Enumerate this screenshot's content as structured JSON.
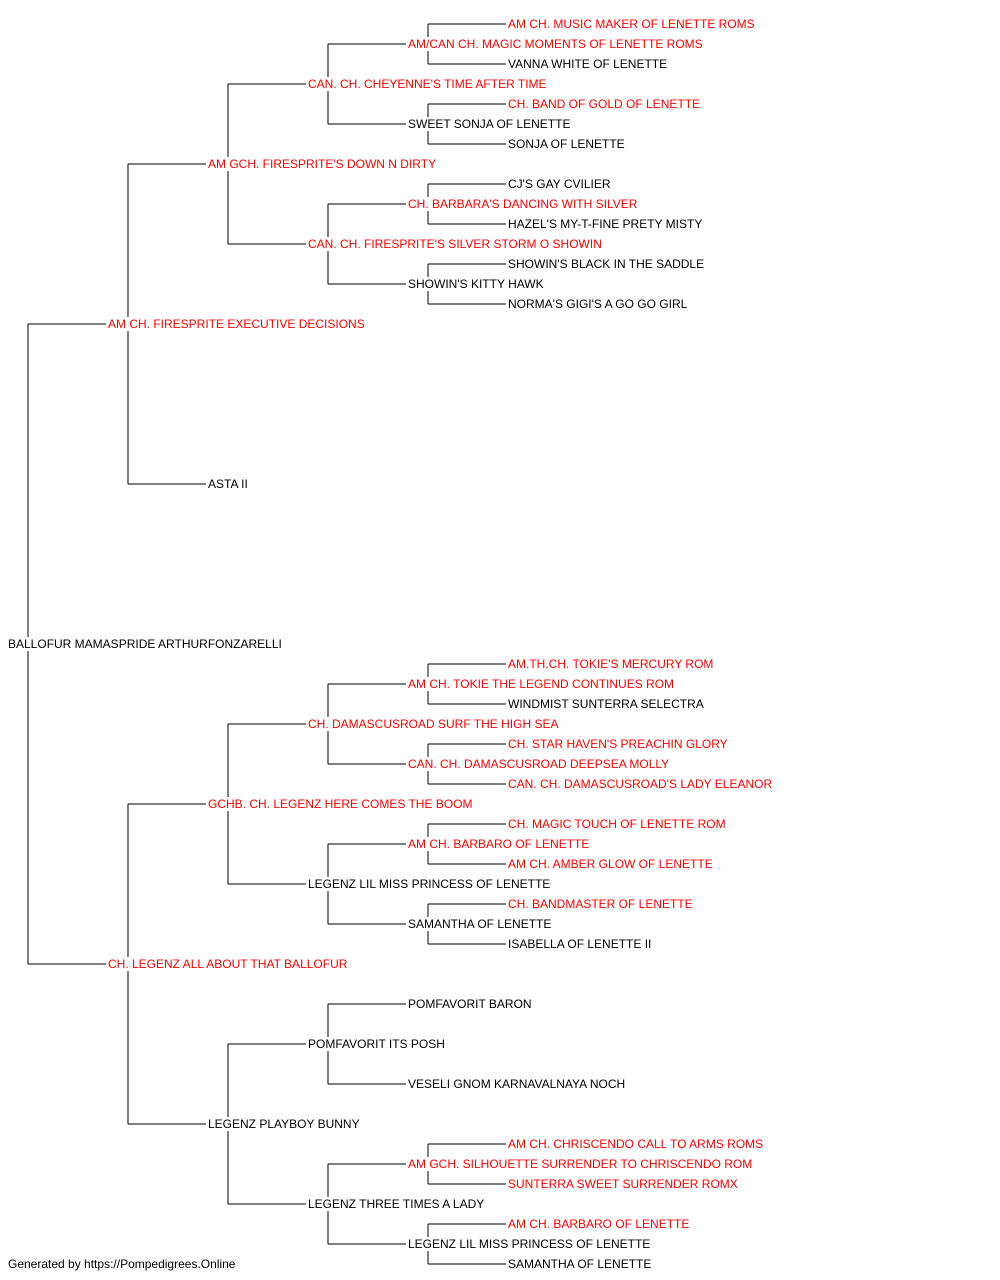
{
  "colors": {
    "titled": "#ff0000",
    "plain": "#000000",
    "line": "#000000"
  },
  "subject": "BALLOFUR MAMASPRIDE ARTHURFONZARELLI",
  "generations": [
    [
      {
        "name": "AM CH. FIRESPRITE EXECUTIVE DECISIONS",
        "titled": true
      },
      {
        "name": "CH. LEGENZ ALL ABOUT THAT BALLOFUR",
        "titled": true
      }
    ],
    [
      {
        "name": "AM GCH. FIRESPRITE'S DOWN N DIRTY",
        "titled": true
      },
      {
        "name": "ASTA II",
        "titled": false
      },
      {
        "name": "GCHB. CH. LEGENZ HERE COMES THE BOOM",
        "titled": true
      },
      {
        "name": "LEGENZ PLAYBOY BUNNY",
        "titled": false
      }
    ],
    [
      {
        "name": "CAN. CH. CHEYENNE'S TIME AFTER TIME",
        "titled": true
      },
      {
        "name": "CAN. CH. FIRESPRITE'S SILVER STORM O SHOWIN",
        "titled": true
      },
      null,
      null,
      {
        "name": "CH. DAMASCUSROAD SURF THE HIGH SEA",
        "titled": true
      },
      {
        "name": "LEGENZ LIL MISS PRINCESS OF LENETTE",
        "titled": false
      },
      {
        "name": "POMFAVORIT ITS POSH",
        "titled": false
      },
      {
        "name": "LEGENZ THREE TIMES A LADY",
        "titled": false
      }
    ],
    [
      {
        "name": "AM/CAN CH. MAGIC MOMENTS OF LENETTE ROMS",
        "titled": true
      },
      {
        "name": "SWEET SONJA OF LENETTE",
        "titled": false
      },
      {
        "name": "CH. BARBARA'S DANCING WITH SILVER",
        "titled": true
      },
      {
        "name": "SHOWIN'S KITTY HAWK",
        "titled": false
      },
      null,
      null,
      null,
      null,
      {
        "name": "AM CH. TOKIE THE LEGEND CONTINUES ROM",
        "titled": true
      },
      {
        "name": "CAN. CH. DAMASCUSROAD DEEPSEA MOLLY",
        "titled": true
      },
      {
        "name": "AM CH. BARBARO OF LENETTE",
        "titled": true
      },
      {
        "name": "SAMANTHA OF LENETTE",
        "titled": false
      },
      {
        "name": "POMFAVORIT BARON",
        "titled": false
      },
      {
        "name": "VESELI GNOM KARNAVALNAYA NOCH",
        "titled": false
      },
      {
        "name": "AM GCH. SILHOUETTE SURRENDER TO CHRISCENDO ROM",
        "titled": true
      },
      {
        "name": "LEGENZ LIL MISS PRINCESS OF LENETTE",
        "titled": false
      }
    ],
    [
      {
        "name": "AM CH. MUSIC MAKER OF LENETTE ROMS",
        "titled": true
      },
      {
        "name": "VANNA WHITE OF LENETTE",
        "titled": false
      },
      {
        "name": "CH. BAND OF GOLD OF LENETTE",
        "titled": true
      },
      {
        "name": "SONJA OF LENETTE",
        "titled": false
      },
      {
        "name": "CJ'S GAY CVILIER",
        "titled": false
      },
      {
        "name": "HAZEL'S MY-T-FINE PRETY MISTY",
        "titled": false
      },
      {
        "name": "SHOWIN'S BLACK IN THE SADDLE",
        "titled": false
      },
      {
        "name": "NORMA'S GIGI'S A GO GO GIRL",
        "titled": false
      },
      null,
      null,
      null,
      null,
      null,
      null,
      null,
      null,
      {
        "name": "AM.TH.CH. TOKIE'S MERCURY ROM",
        "titled": true
      },
      {
        "name": "WINDMIST SUNTERRA SELECTRA",
        "titled": false
      },
      {
        "name": "CH. STAR HAVEN'S PREACHIN GLORY",
        "titled": true
      },
      {
        "name": "CAN. CH. DAMASCUSROAD'S LADY ELEANOR",
        "titled": true
      },
      {
        "name": "CH. MAGIC TOUCH OF LENETTE ROM",
        "titled": true
      },
      {
        "name": "AM CH. AMBER GLOW OF LENETTE",
        "titled": true
      },
      {
        "name": "CH. BANDMASTER OF LENETTE",
        "titled": true
      },
      {
        "name": "ISABELLA OF LENETTE II",
        "titled": false
      },
      null,
      null,
      null,
      null,
      {
        "name": "AM CH. CHRISCENDO CALL TO ARMS ROMS",
        "titled": true
      },
      {
        "name": "SUNTERRA SWEET SURRENDER ROMX",
        "titled": true
      },
      {
        "name": "AM CH. BARBARO OF LENETTE",
        "titled": true
      },
      {
        "name": "SAMANTHA OF LENETTE",
        "titled": false
      }
    ]
  ],
  "footer": "Generated by https://Pompedigrees.Online"
}
